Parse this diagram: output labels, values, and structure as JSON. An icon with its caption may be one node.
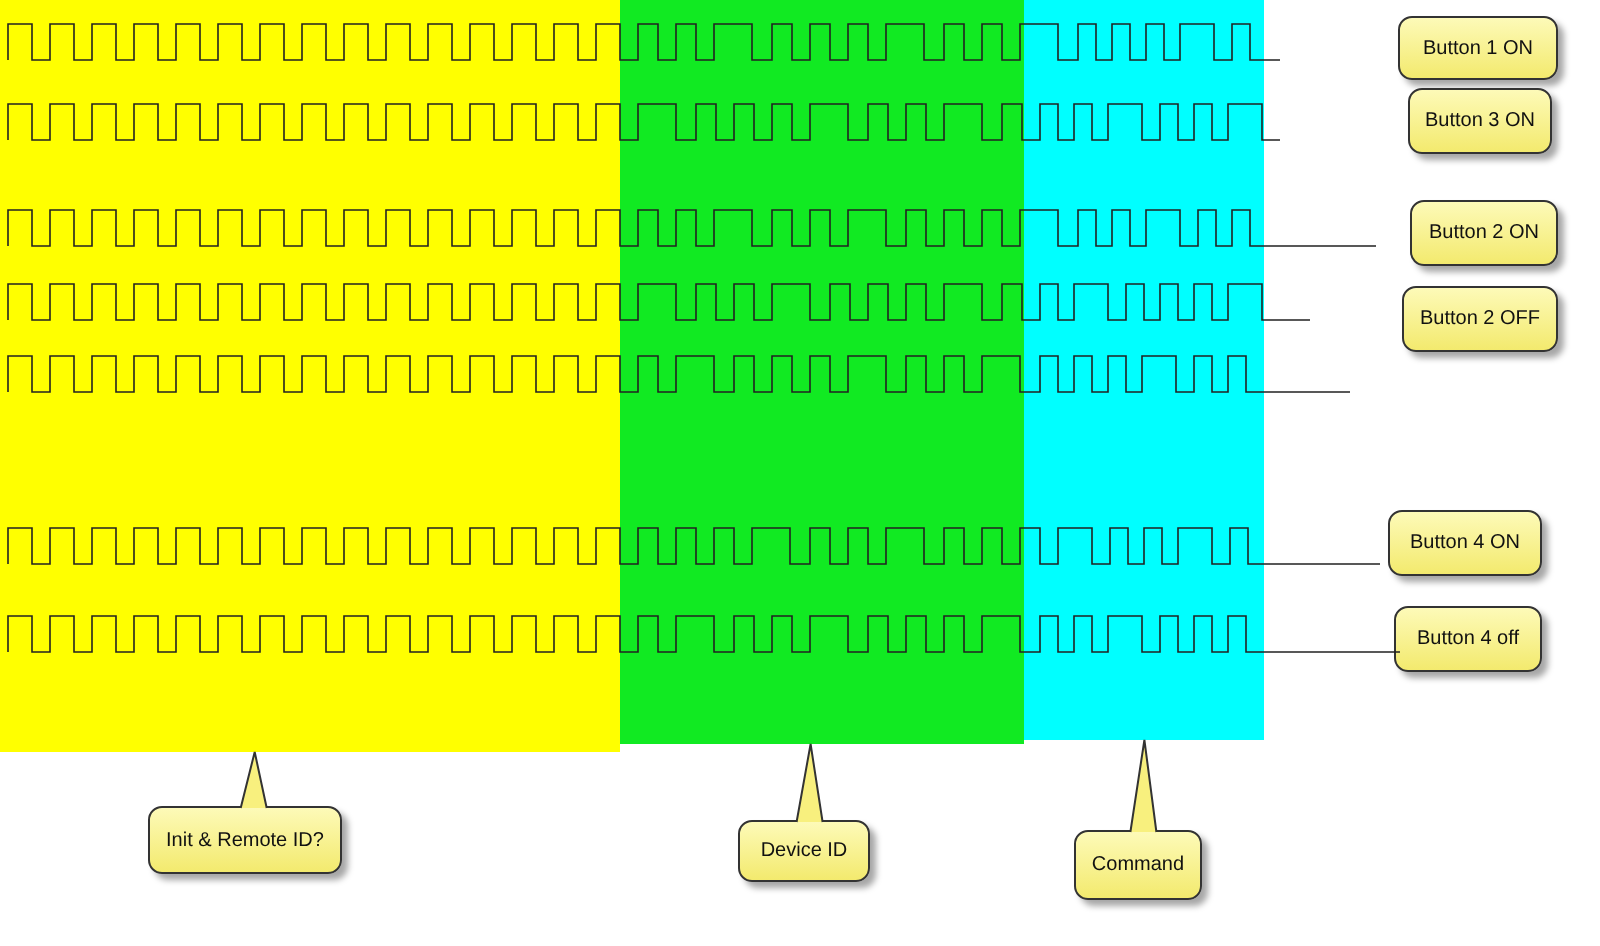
{
  "diagram": {
    "nodes": [
      {
        "text": [],
        "shape": "box"
      },
      {
        "text": [],
        "shape": "box"
      },
      {
        "text": [],
        "shape": "box"
      },
      {
        "text": [
          "Button 1 ON"
        ]
      },
      {
        "text": [
          "Button 3 ON"
        ]
      },
      {
        "text": [
          "Button 2 ON"
        ]
      },
      {
        "text": [
          "Button 2 OFF"
        ]
      },
      {
        "text": [
          "Button 4 ON"
        ]
      },
      {
        "text": [
          "Button 4 off"
        ]
      },
      {
        "text": [
          "Init & Remote ID?"
        ]
      },
      {
        "text": [
          "Device ID"
        ]
      },
      {
        "text": [
          "Command"
        ]
      }
    ],
    "edges": [
      {
        "from": 9,
        "to": 0,
        "arrow": "none"
      },
      {
        "from": 10,
        "to": 1,
        "arrow": "none"
      },
      {
        "from": 11,
        "to": 2,
        "arrow": "none"
      }
    ]
  }
}
